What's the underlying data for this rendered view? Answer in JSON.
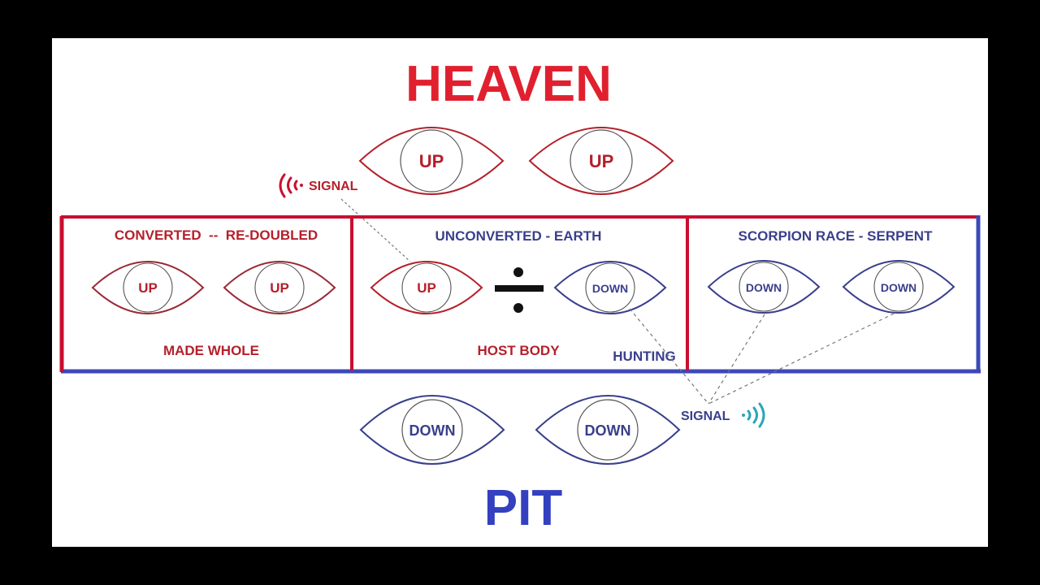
{
  "colors": {
    "red": "#c8102e",
    "red_line": "#b5202b",
    "blue": "#3b49b8",
    "blue_text": "#3a3f8c",
    "teal": "#2aa5b8",
    "background": "#ffffff",
    "frame": "#000000"
  },
  "title_top": "HEAVEN",
  "title_bottom": "PIT",
  "heaven_eyes": [
    {
      "label": "UP"
    },
    {
      "label": "UP"
    }
  ],
  "pit_eyes": [
    {
      "label": "DOWN"
    },
    {
      "label": "DOWN"
    }
  ],
  "signal_top": {
    "label": "SIGNAL",
    "icon": "signal-waves-left-icon"
  },
  "signal_bottom": {
    "label": "SIGNAL",
    "icon": "signal-waves-right-icon"
  },
  "panels": [
    {
      "heading": "CONVERTED  --  RE-DOUBLED",
      "footer": "MADE WHOLE",
      "eyes": [
        {
          "label": "UP"
        },
        {
          "label": "UP"
        }
      ]
    },
    {
      "heading": "UNCONVERTED - EARTH",
      "footer": "HOST BODY",
      "side_label": "HUNTING",
      "operator": "÷",
      "eyes": [
        {
          "label": "UP"
        },
        {
          "label": "DOWN"
        }
      ]
    },
    {
      "heading": "SCORPION RACE - SERPENT",
      "eyes": [
        {
          "label": "DOWN"
        },
        {
          "label": "DOWN"
        }
      ]
    }
  ]
}
